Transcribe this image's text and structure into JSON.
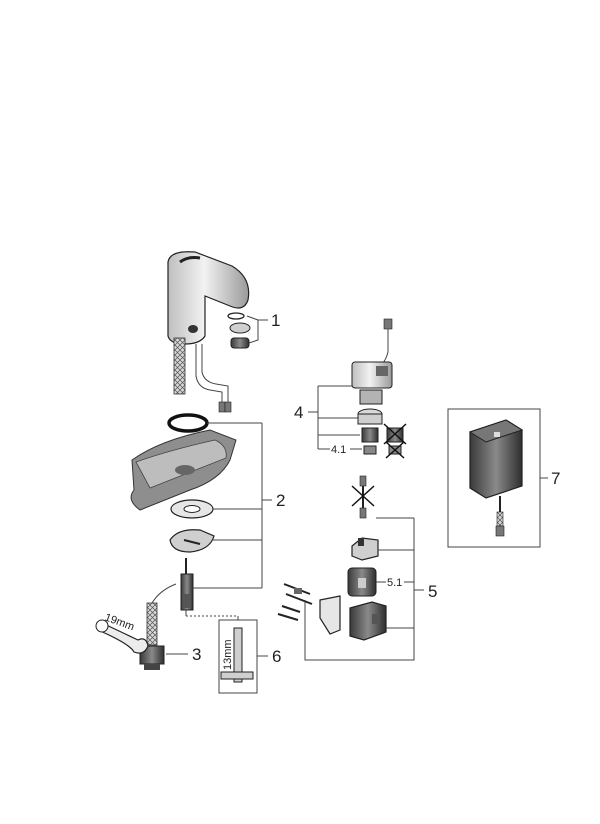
{
  "callouts": {
    "c1": "1",
    "c2": "2",
    "c3": "3",
    "c4": "4",
    "c4_1": "4.1",
    "c5": "5",
    "c5_1": "5.1",
    "c6": "6",
    "c7": "7"
  },
  "dimensions": {
    "wrench": "19mm",
    "key": "13mm"
  }
}
